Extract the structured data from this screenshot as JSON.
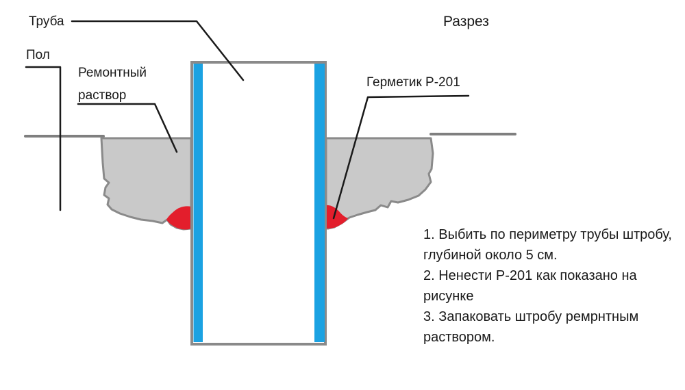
{
  "title": "Разрез",
  "labels": {
    "pipe": "Труба",
    "floor": "Пол",
    "mortar": "Ремонтный раствор",
    "sealant": "Герметик Р-201"
  },
  "instructions": {
    "items": [
      "1. Выбить по периметру трубы штробу, глубиной около 5 см.",
      "2. Ненести Р-201 как показано на рисунке",
      "3. Запаковать штробу ремрнтным раствором."
    ]
  },
  "colors": {
    "pipe_wall_blue": "#1BA2E2",
    "mortar_gray": "#C9C9C9",
    "outline_gray": "#8A8A8A",
    "floor_line_gray": "#7F7F7F",
    "sealant_red": "#E31E2C",
    "leader_black": "#1A1A1A",
    "text_black": "#1A1A1A",
    "background": "#FFFFFF"
  }
}
